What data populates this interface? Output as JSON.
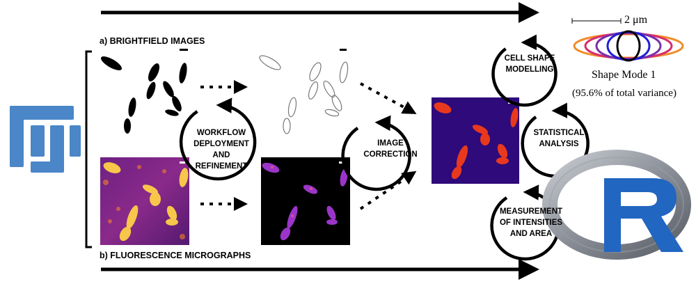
{
  "labels": {
    "brightfield": "a) BRIGHTFIELD IMAGES",
    "fluorescence": "b) FLUORESCENCE MICROGRAPHS"
  },
  "cycles": {
    "workflow": [
      "WORKFLOW",
      "DEPLOYMENT",
      "AND",
      "REFINEMENT"
    ],
    "correction": [
      "IMAGE",
      "CORRECTION"
    ],
    "shape": [
      "CELL SHAPE",
      "MODELLING"
    ],
    "statistical": [
      "STATISTICAL",
      "ANALYSIS"
    ],
    "measurement": [
      "MEASUREMENT",
      "OF INTENSITIES",
      "AND AREA"
    ]
  },
  "shape_mode": {
    "scale": "2 μm",
    "title": "Shape Mode 1",
    "variance": "(95.6% of total variance)",
    "colors": [
      "#f28c28",
      "#d62d6e",
      "#7b2fa8",
      "#1f1fd6",
      "#000000"
    ]
  },
  "logos": {
    "fiji_color": "#4a86c8",
    "r_color": "#2166c0",
    "r_letter": "R"
  },
  "colors": {
    "fluo_bg": "#3b0e86",
    "fluo_signal": "#f7c64a",
    "segmented_bg": "#2e0a7a",
    "segmented_cell": "#e8391e"
  }
}
